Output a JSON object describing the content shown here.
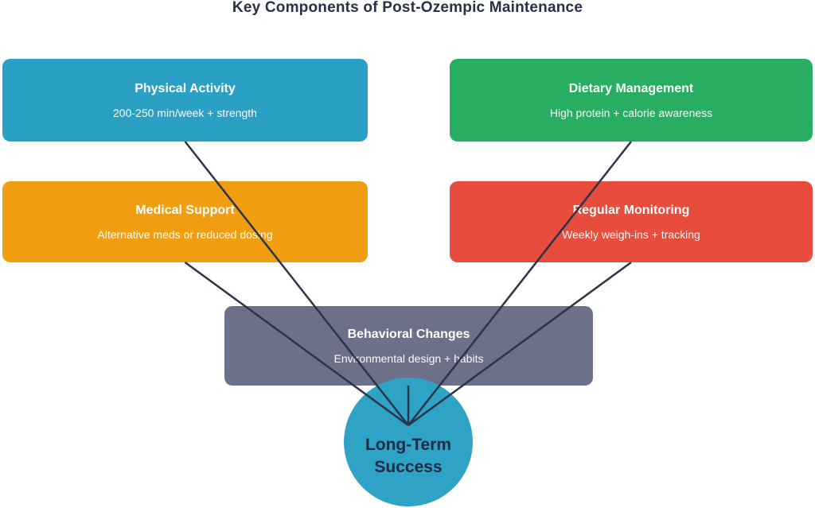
{
  "title": "Key Components of Post-Ozempic Maintenance",
  "colors": {
    "title_text": "#2A2F4A",
    "connector": "#2B3448",
    "node_text": "#FFFFFF",
    "goal_text": "#1D2B45",
    "background": "#FFFFFF"
  },
  "nodes": [
    {
      "id": "physical-activity",
      "label": "Physical Activity",
      "detail": "200-250 min/week + strength",
      "color": "#2BA0C5"
    },
    {
      "id": "dietary-management",
      "label": "Dietary Management",
      "detail": "High protein + calorie awareness",
      "color": "#27AE60"
    },
    {
      "id": "medical-support",
      "label": "Medical Support",
      "detail": "Alternative meds or reduced dosing",
      "color": "#F09E10"
    },
    {
      "id": "regular-monitoring",
      "label": "Regular Monitoring",
      "detail": "Weekly weigh-ins + tracking",
      "color": "#E74C3C"
    },
    {
      "id": "behavioral-changes",
      "label": "Behavioral Changes",
      "detail": "Environmental design + habits",
      "color": "#6C7089"
    }
  ],
  "goal": {
    "line1": "Long-Term",
    "line2": "Success",
    "color": "#2EA3C6"
  }
}
